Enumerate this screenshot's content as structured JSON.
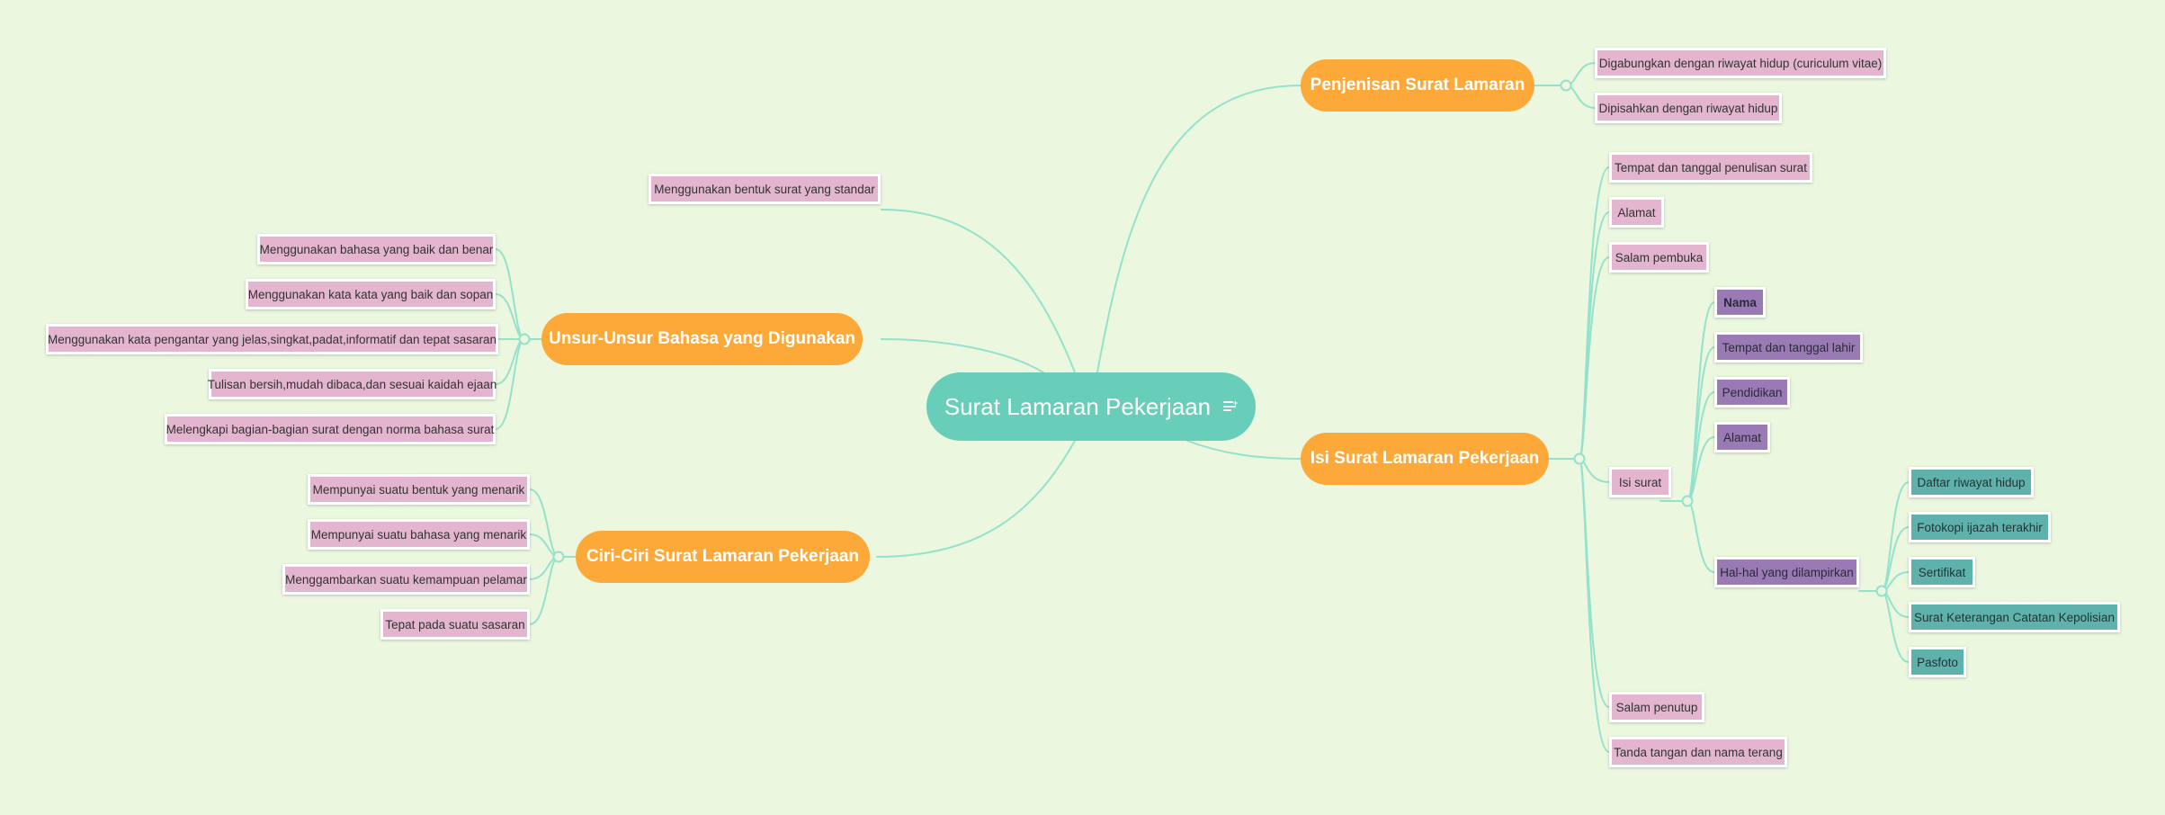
{
  "root": {
    "title": "Surat Lamaran Pekerjaan",
    "icon": "notes-icon"
  },
  "branches": {
    "unsur": "Unsur-Unsur Bahasa yang Digunakan",
    "ciri": "Ciri-Ciri Surat Lamaran Pekerjaan",
    "jenis": "Penjenisan Surat Lamaran",
    "isi": "Isi Surat Lamaran Pekerjaan"
  },
  "standalone": {
    "bentuk": "Menggunakan bentuk surat yang standar"
  },
  "unsur_items": [
    "Menggunakan bahasa yang baik dan benar",
    "Menggunakan kata kata yang baik dan sopan",
    "Menggunakan kata pengantar yang jelas,singkat,padat,informatif dan tepat sasaran",
    "Tulisan bersih,mudah dibaca,dan sesuai kaidah ejaan",
    "Melengkapi bagian-bagian surat dengan norma bahasa surat"
  ],
  "ciri_items": [
    "Mempunyai suatu bentuk yang menarik",
    "Mempunyai suatu bahasa yang menarik",
    "Menggambarkan suatu kemampuan pelamar",
    "Tepat pada suatu sasaran"
  ],
  "jenis_items": [
    "Digabungkan dengan riwayat hidup (curiculum vitae)",
    "Dipisahkan dengan riwayat hidup"
  ],
  "isi_items": {
    "tempat_tanggal": "Tempat dan tanggal penulisan surat",
    "alamat": "Alamat",
    "salam_pembuka": "Salam pembuka",
    "isi_surat": "Isi surat",
    "salam_penutup": "Salam penutup",
    "tanda_tangan": "Tanda tangan dan nama terang"
  },
  "isi_surat_items": {
    "nama": "Nama",
    "ttl": "Tempat dan tanggal lahir",
    "pendidikan": "Pendidikan",
    "alamat": "Alamat",
    "lampiran": "Hal-hal yang dilampirkan"
  },
  "lampiran_items": [
    "Daftar riwayat hidup",
    "Fotokopi ijazah terakhir",
    "Sertifikat",
    "Surat Keterangan Catatan Kepolisian",
    "Pasfoto"
  ],
  "colors": {
    "background": "#ecf7df",
    "root": "#69ceb9",
    "branch": "#fca93a",
    "leaf_pink": "#e3b5cf",
    "leaf_purple": "#9a7ab4",
    "leaf_teal": "#5fb1ac",
    "connector": "#95e2cc"
  }
}
